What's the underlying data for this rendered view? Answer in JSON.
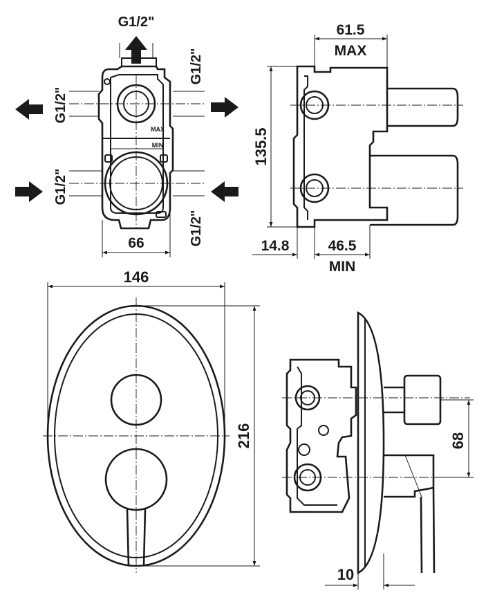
{
  "top_view": {
    "inlet_top": "G1/2\"",
    "right_upper": "G1/2\"",
    "left_upper": "G1/2\"",
    "left_lower": "G1/2\"",
    "right_lower": "G1/2\"",
    "max_mark": "MAX",
    "min_mark": "MIN",
    "width_dim": "66"
  },
  "side_view": {
    "depth_max_value": "61.5",
    "depth_max_label": "MAX",
    "height_dim": "135.5",
    "wall_dim": "14.8",
    "depth_min_value": "46.5",
    "depth_min_label": "MIN"
  },
  "plate_view": {
    "width_dim": "146",
    "height_dim": "216"
  },
  "assembly_view": {
    "spacing_dim": "68",
    "plate_thickness_dim": "10"
  }
}
